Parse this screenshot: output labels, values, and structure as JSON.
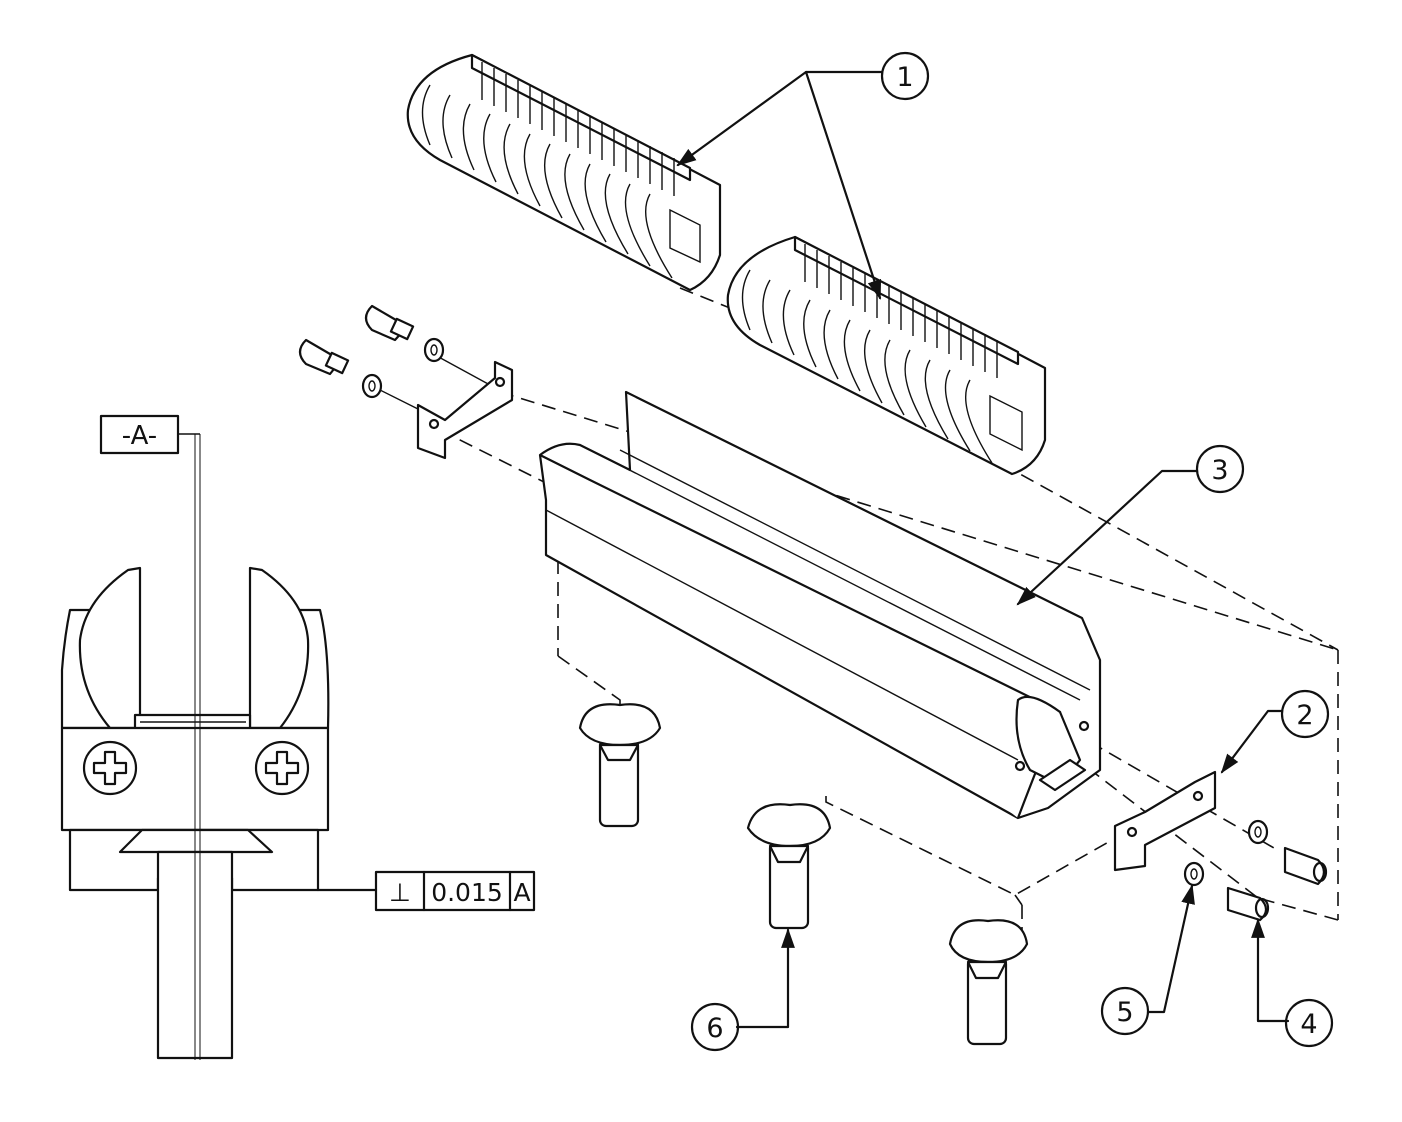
{
  "balloons": [
    {
      "id": "1",
      "part": "vented-tube-half"
    },
    {
      "id": "2",
      "part": "mounting-bracket"
    },
    {
      "id": "3",
      "part": "channel-body"
    },
    {
      "id": "4",
      "part": "pan-head-screw"
    },
    {
      "id": "5",
      "part": "washer"
    },
    {
      "id": "6",
      "part": "carriage-bolt"
    }
  ],
  "datum": {
    "label": "-A-"
  },
  "feature_control_frame": {
    "symbol": "⊥",
    "tolerance": "0.015",
    "datum_ref": "A"
  },
  "icons": [
    "phillips-screw-icon",
    "perpendicularity-symbol-icon"
  ],
  "colors": {
    "line": "#111111",
    "paper": "#ffffff"
  }
}
